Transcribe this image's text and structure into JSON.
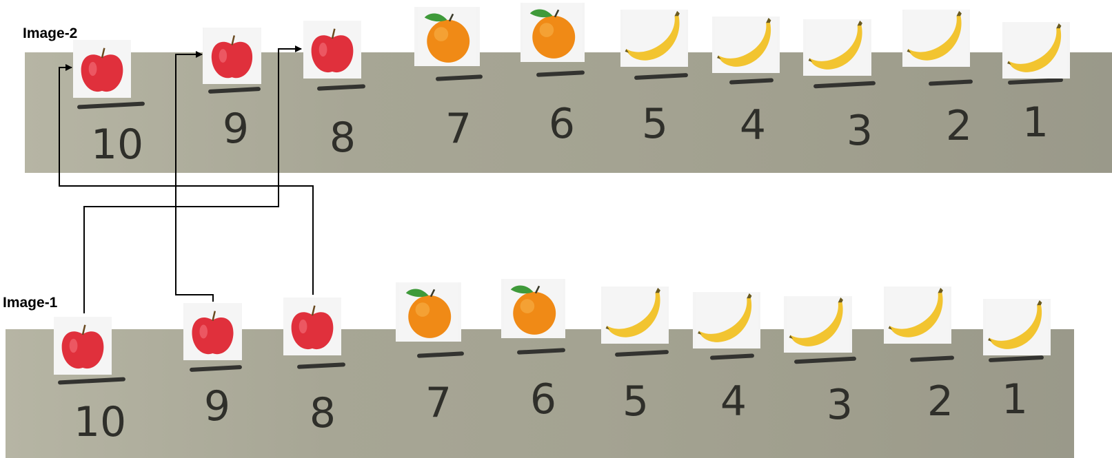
{
  "labels": {
    "top": "Image-2",
    "bottom": "Image-1"
  },
  "top_row": [
    {
      "number": "10",
      "fruit": "apple"
    },
    {
      "number": "9",
      "fruit": "apple"
    },
    {
      "number": "8",
      "fruit": "apple"
    },
    {
      "number": "7",
      "fruit": "orange"
    },
    {
      "number": "6",
      "fruit": "orange"
    },
    {
      "number": "5",
      "fruit": "banana"
    },
    {
      "number": "4",
      "fruit": "banana"
    },
    {
      "number": "3",
      "fruit": "banana"
    },
    {
      "number": "2",
      "fruit": "banana"
    },
    {
      "number": "1",
      "fruit": "banana"
    }
  ],
  "bottom_row": [
    {
      "number": "10",
      "fruit": "apple"
    },
    {
      "number": "9",
      "fruit": "apple"
    },
    {
      "number": "8",
      "fruit": "apple"
    },
    {
      "number": "7",
      "fruit": "orange"
    },
    {
      "number": "6",
      "fruit": "orange"
    },
    {
      "number": "5",
      "fruit": "banana"
    },
    {
      "number": "4",
      "fruit": "banana"
    },
    {
      "number": "3",
      "fruit": "banana"
    },
    {
      "number": "2",
      "fruit": "banana"
    },
    {
      "number": "1",
      "fruit": "banana"
    }
  ],
  "connections": [
    {
      "from": "Image-1 position 10",
      "to": "Image-2 position 8"
    },
    {
      "from": "Image-1 position 9",
      "to": "Image-2 position 9"
    },
    {
      "from": "Image-1 position 8",
      "to": "Image-2 position 10"
    }
  ],
  "colors": {
    "board": "#a6a593",
    "apple": "#e0303c",
    "orange": "#f08a16",
    "banana": "#f2c430",
    "leaf": "#3f9a3a"
  }
}
